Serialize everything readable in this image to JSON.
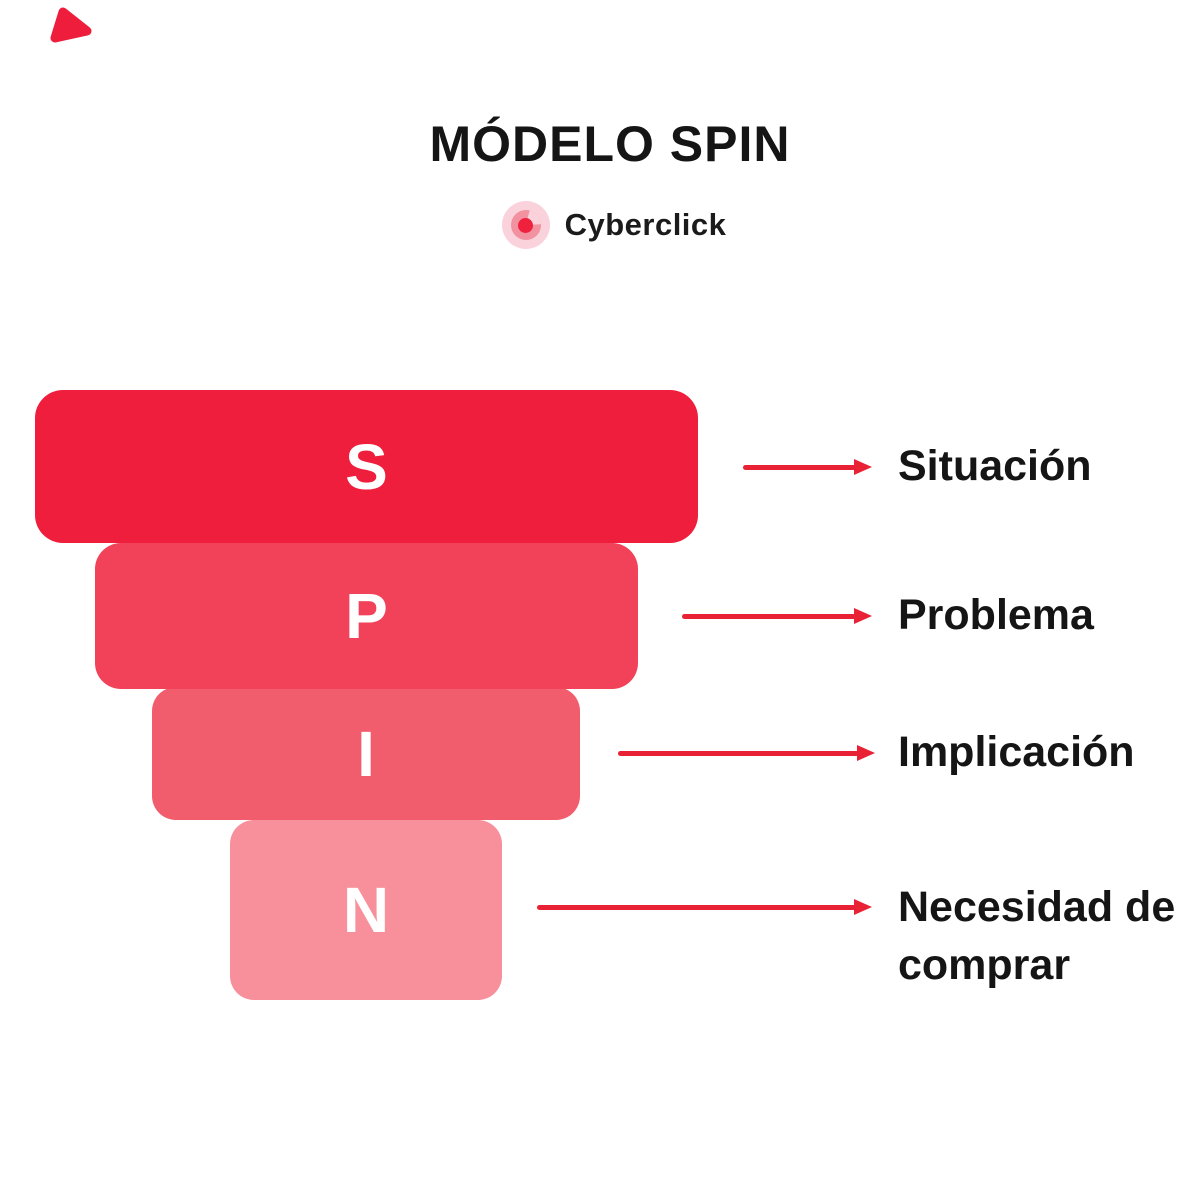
{
  "header": {
    "title": "MÓDELO SPIN",
    "brand": "Cyberclick"
  },
  "funnel": {
    "rows": [
      {
        "letter": "S",
        "label": "Situación",
        "color": "#EF1E3C"
      },
      {
        "letter": "P",
        "label": "Problema",
        "color": "#F2425A"
      },
      {
        "letter": "I",
        "label": "Implicación",
        "color": "#F15D6C"
      },
      {
        "letter": "N",
        "label": "Necesidad de comprar",
        "color": "#F8909C"
      }
    ]
  },
  "colors": {
    "arrow": "#E92135",
    "brand_mark": "#EE1D3C",
    "logo_outer": "#FAD2DB",
    "logo_mid": "#F2919F",
    "logo_dot": "#F0213D",
    "letter": "#FFFFFF",
    "text": "#151515"
  }
}
